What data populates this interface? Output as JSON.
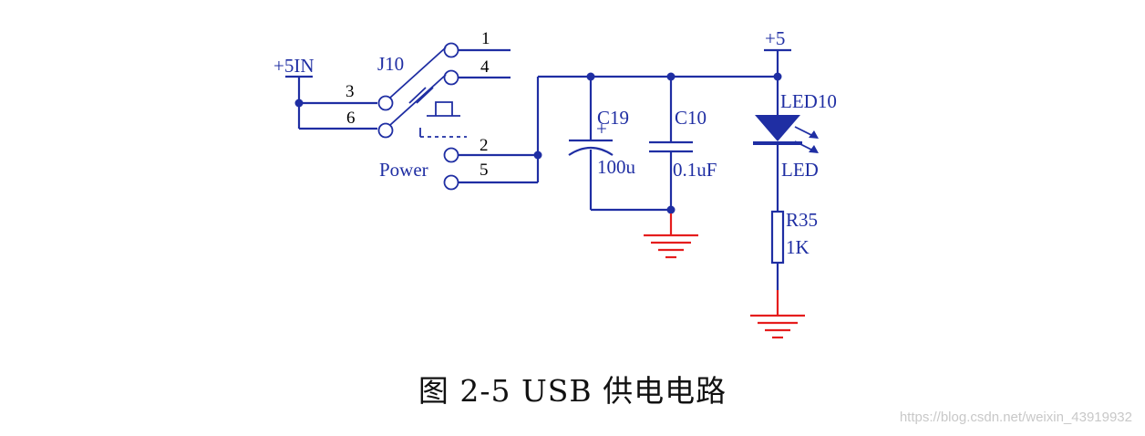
{
  "labels": {
    "vin": "+5IN",
    "switch_ref": "J10",
    "switch_name": "Power",
    "pin1": "1",
    "pin4": "4",
    "pin3": "3",
    "pin6": "6",
    "pin2": "2",
    "pin5": "5",
    "c19_ref": "C19",
    "c19_val": "100u",
    "c19_pol": "+",
    "c10_ref": "C10",
    "c10_val": "0.1uF",
    "vcc": "+5",
    "led_ref": "LED10",
    "led_val": "LED",
    "r_ref": "R35",
    "r_val": "1K"
  },
  "caption": "图 2-5    USB 供电电路",
  "watermark": "https://blog.csdn.net/weixin_43919932",
  "colors": {
    "wire": "#1f2ea3",
    "ground": "#e51d1d",
    "pin_text": "#000000"
  }
}
